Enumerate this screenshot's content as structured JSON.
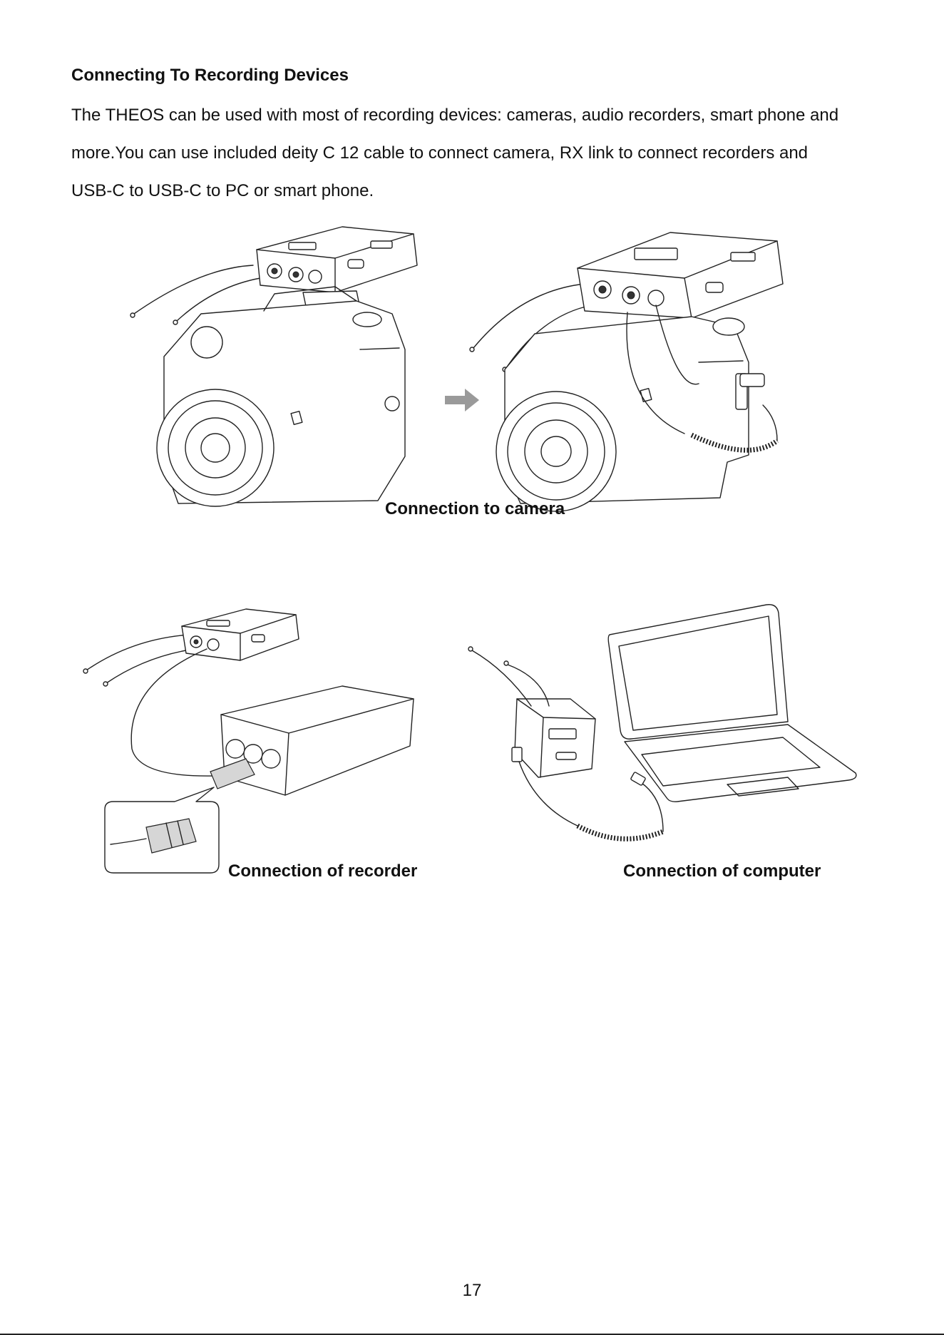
{
  "page": {
    "heading": "Connecting To Recording Devices",
    "paragraph_lines": [
      "The THEOS can be used with most of recording devices: cameras, audio recorders, smart phone and",
      "more.You can use included deity C 12 cable to connect camera, RX link to connect recorders and",
      "USB-C to USB-C to PC or smart phone."
    ],
    "page_number": "17"
  },
  "figures": {
    "camera": {
      "caption": "Connection to camera"
    },
    "recorder": {
      "caption": "Connection of recorder"
    },
    "computer": {
      "caption": "Connection of computer"
    }
  },
  "colors": {
    "mount_arrow": "#e8646b",
    "step_arrow": "#9a9a9a"
  }
}
